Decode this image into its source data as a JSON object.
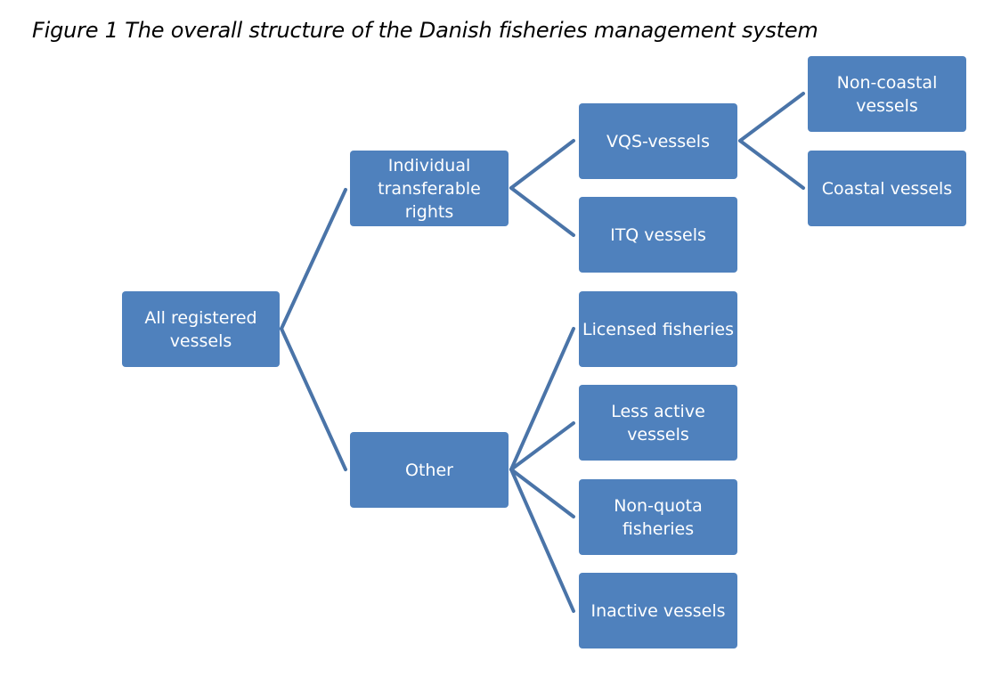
{
  "title": "Figure 1 The overall structure of the Danish fisheries management system",
  "colors": {
    "node_fill": "#4f81bd",
    "connector": "#4a74a8",
    "node_text": "#ffffff"
  },
  "nodes": {
    "all_registered": "All registered\nvessels",
    "individual_rights": "Individual\ntransferable\nrights",
    "other": "Other",
    "vqs_vessels": "VQS-vessels",
    "itq_vessels": "ITQ vessels",
    "licensed_fisheries": "Licensed fisheries",
    "less_active": "Less active\nvessels",
    "non_quota": "Non-quota\nfisheries",
    "inactive": "Inactive vessels",
    "non_coastal": "Non-coastal\nvessels",
    "coastal": "Coastal vessels"
  },
  "edges": [
    [
      "all_registered",
      "individual_rights"
    ],
    [
      "all_registered",
      "other"
    ],
    [
      "individual_rights",
      "vqs_vessels"
    ],
    [
      "individual_rights",
      "itq_vessels"
    ],
    [
      "vqs_vessels",
      "non_coastal"
    ],
    [
      "vqs_vessels",
      "coastal"
    ],
    [
      "other",
      "licensed_fisheries"
    ],
    [
      "other",
      "less_active"
    ],
    [
      "other",
      "non_quota"
    ],
    [
      "other",
      "inactive"
    ]
  ]
}
